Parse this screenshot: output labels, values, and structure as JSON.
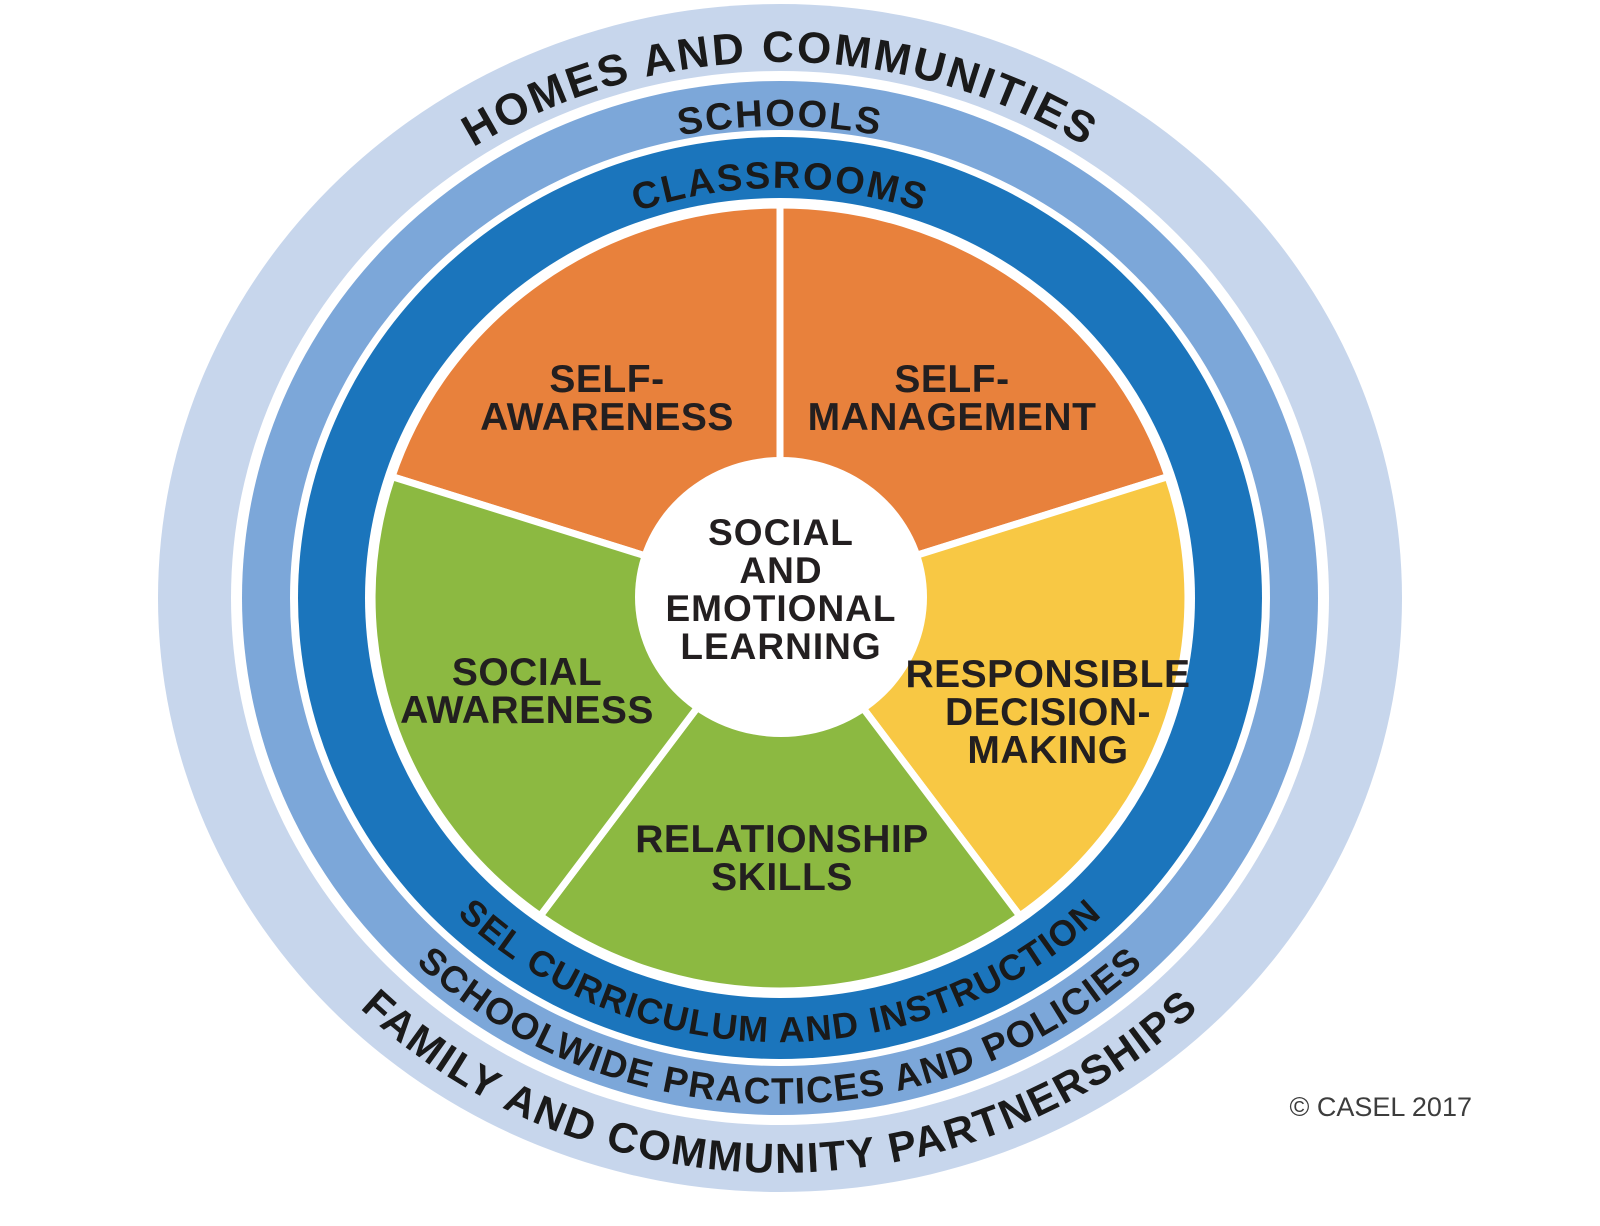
{
  "colors": {
    "ring_outer": "#C7D6EC",
    "ring_middle": "#7CA7D9",
    "ring_inner": "#1B75BC",
    "orange": "#E8813C",
    "yellow": "#F8C844",
    "green": "#8CB941",
    "label_dark": "#231F20",
    "white": "#FFFFFF"
  },
  "rings": [
    {
      "name": "homes-and-communities",
      "top_label": "HOMES AND COMMUNITIES",
      "bottom_label": "FAMILY AND COMMUNITY PARTNERSHIPS"
    },
    {
      "name": "schools",
      "top_label": "SCHOOLS",
      "bottom_label": "SCHOOLWIDE PRACTICES AND POLICIES"
    },
    {
      "name": "classrooms",
      "top_label": "CLASSROOMS",
      "bottom_label": "SEL CURRICULUM AND INSTRUCTION"
    }
  ],
  "competencies": [
    {
      "name": "self-awareness",
      "label": "SELF-AWARENESS",
      "lines": [
        "SELF-",
        "AWARENESS"
      ]
    },
    {
      "name": "self-management",
      "label": "SELF-MANAGEMENT",
      "lines": [
        "SELF-",
        "MANAGEMENT"
      ]
    },
    {
      "name": "responsible-decision-making",
      "label": "RESPONSIBLE DECISION-MAKING",
      "lines": [
        "RESPONSIBLE",
        "DECISION-",
        "MAKING"
      ]
    },
    {
      "name": "relationship-skills",
      "label": "RELATIONSHIP SKILLS",
      "lines": [
        "RELATIONSHIP",
        "SKILLS"
      ]
    },
    {
      "name": "social-awareness",
      "label": "SOCIAL AWARENESS",
      "lines": [
        "SOCIAL",
        "AWARENESS"
      ]
    }
  ],
  "center": {
    "lines": [
      "SOCIAL",
      "AND",
      "EMOTIONAL",
      "LEARNING"
    ]
  },
  "copyright": "© CASEL 2017"
}
